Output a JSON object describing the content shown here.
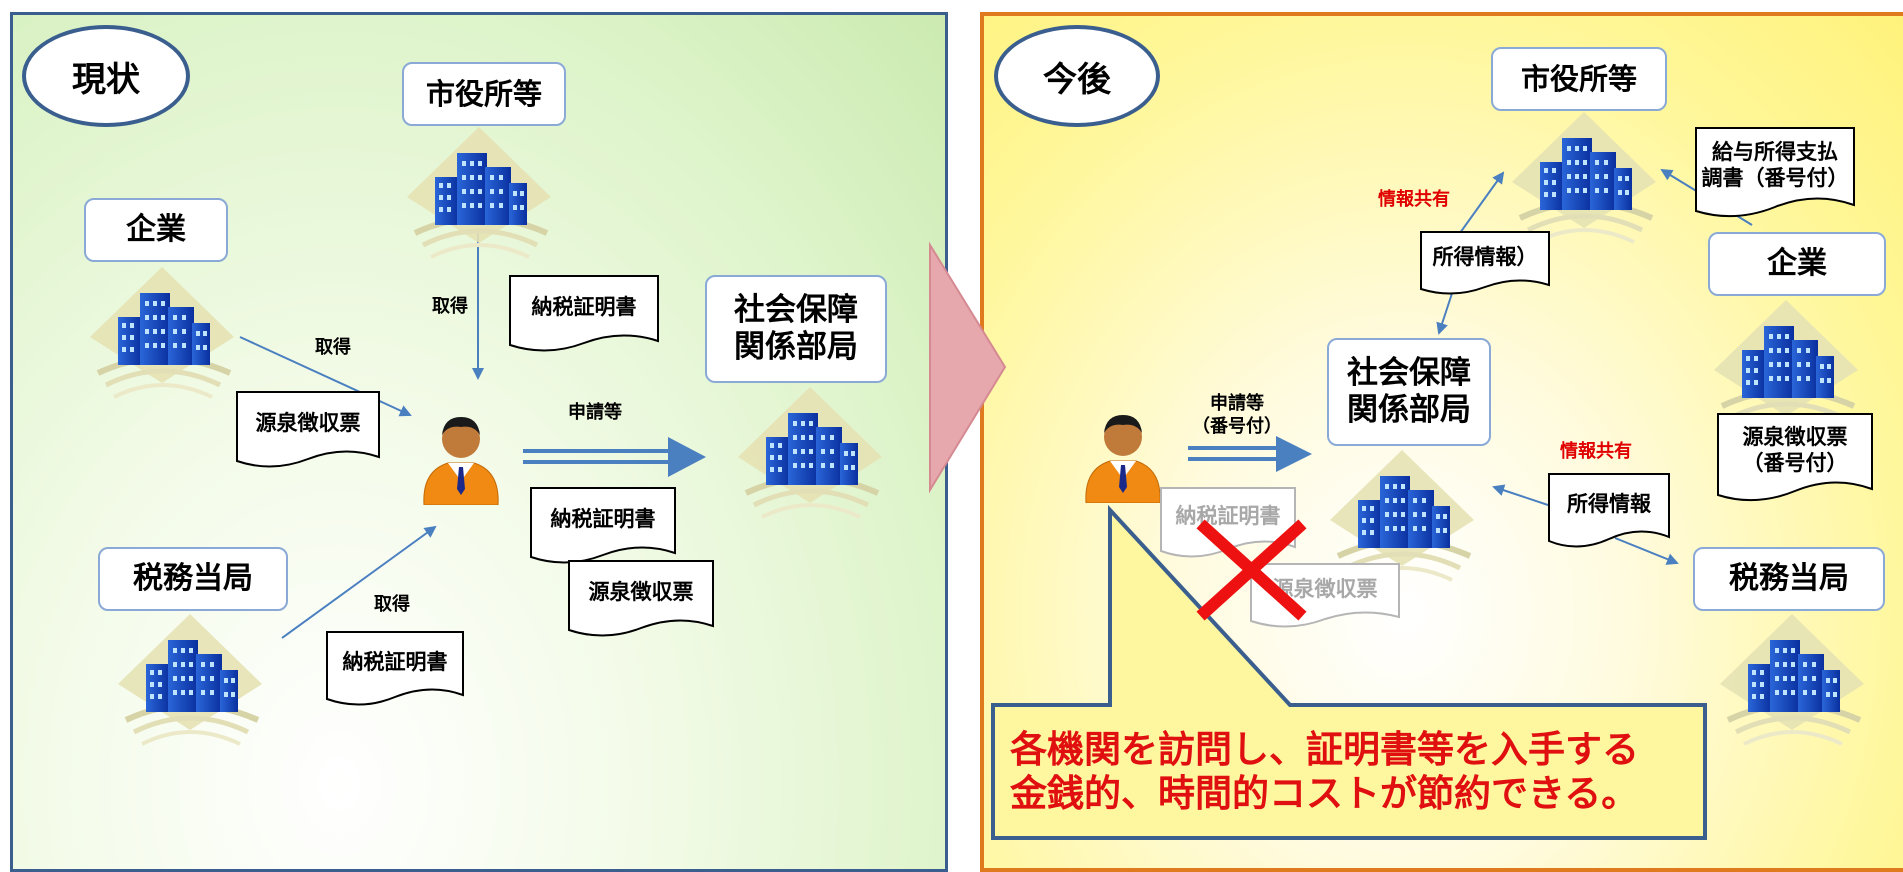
{
  "left_panel": {
    "title": "現状",
    "nodes": {
      "city_office": "市役所等",
      "company": "企業",
      "tax_authority": "税務当局",
      "social_security": "社会保障\n関係部局"
    },
    "labels": {
      "obtain_company": "取得",
      "obtain_city": "取得",
      "obtain_tax": "取得",
      "application": "申請等"
    },
    "documents": {
      "tax_certificate_city": "納税証明書",
      "withholding_slip_company": "源泉徴収票",
      "tax_certificate_tax": "納税証明書",
      "submitted_tax_certificate": "納税証明書",
      "submitted_withholding_slip": "源泉徴収票"
    }
  },
  "right_panel": {
    "title": "今後",
    "nodes": {
      "city_office": "市役所等",
      "company": "企業",
      "tax_authority": "税務当局",
      "social_security": "社会保障\n関係部局"
    },
    "labels": {
      "info_share_top": "情報共有",
      "info_share_bottom": "情報共有",
      "application": "申請等\n（番号付）"
    },
    "documents": {
      "payment_report": "給与所得支払\n調書（番号付）",
      "income_info_top": "所得情報）",
      "income_info_bottom": "所得情報",
      "withholding_slip_numbered": "源泉徴収票\n（番号付）",
      "faded_tax_certificate": "納税証明書",
      "faded_withholding_slip": "源泉徴収票"
    },
    "callout": {
      "line1": "各機関を訪問し、証明書等を入手する",
      "line2": "金銭的、時間的コストが節約できる。"
    }
  },
  "colors": {
    "accent_blue": "#3a5f8f",
    "accent_orange": "#e07a1f",
    "alert_red": "#e00000",
    "arrow_blue": "#4a7fc0"
  },
  "icons": [
    "building-icon",
    "person-icon",
    "transition-arrow-icon",
    "cross-mark-icon"
  ]
}
